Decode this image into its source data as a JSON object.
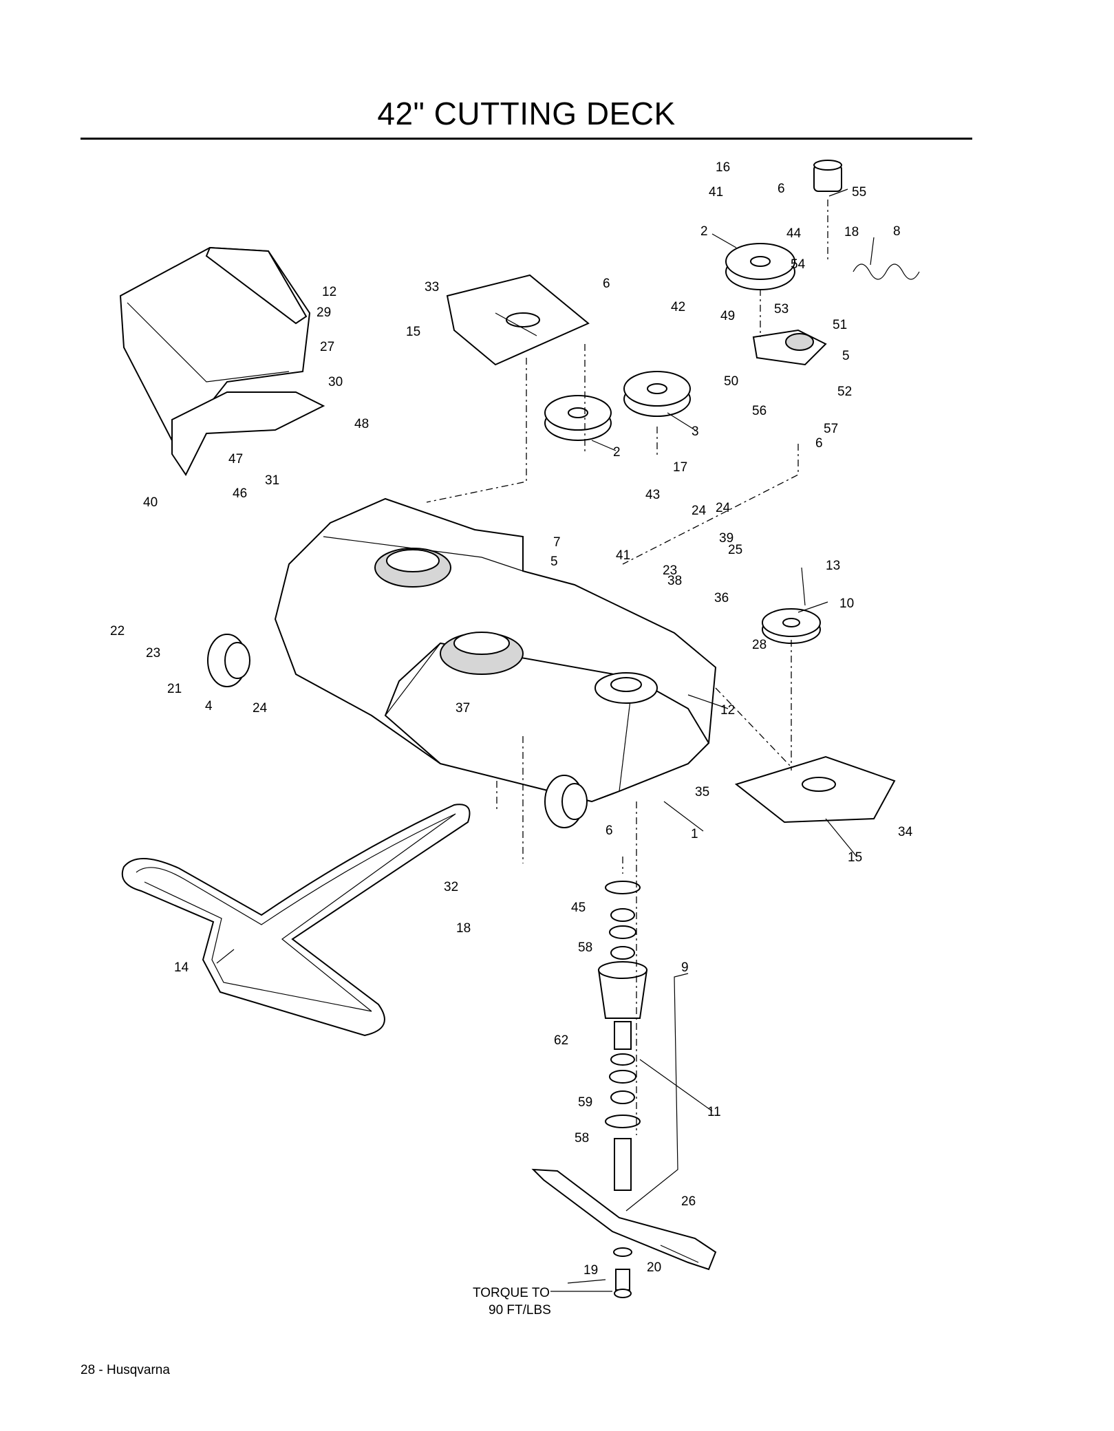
{
  "header": {
    "title": "42\" CUTTING DECK"
  },
  "footer": {
    "page": "28 - Husqvarna"
  },
  "torque_note": {
    "line1": "TORQUE TO",
    "line2": "90 FT/LBS"
  },
  "callouts": [
    "1",
    "2",
    "2",
    "3",
    "4",
    "5",
    "5",
    "6",
    "6",
    "6",
    "6",
    "7",
    "8",
    "9",
    "10",
    "11",
    "12",
    "12",
    "13",
    "14",
    "15",
    "15",
    "16",
    "17",
    "18",
    "18",
    "19",
    "20",
    "21",
    "22",
    "23",
    "23",
    "24",
    "24",
    "24",
    "25",
    "26",
    "27",
    "28",
    "29",
    "30",
    "31",
    "32",
    "33",
    "34",
    "35",
    "36",
    "37",
    "38",
    "39",
    "40",
    "41",
    "41",
    "42",
    "43",
    "44",
    "45",
    "46",
    "47",
    "48",
    "49",
    "50",
    "51",
    "52",
    "53",
    "54",
    "55",
    "56",
    "57",
    "58",
    "58",
    "59",
    "62"
  ]
}
